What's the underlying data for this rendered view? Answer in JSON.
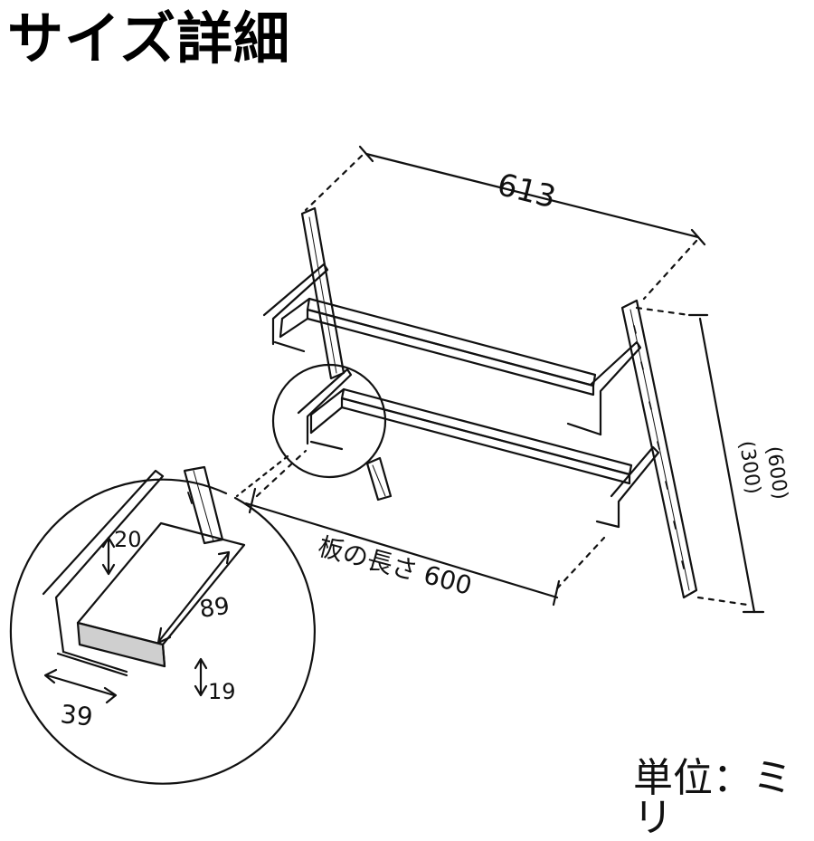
{
  "title": "サイズ詳細",
  "unit_label": "単位：ミリ",
  "dimensions": {
    "total_width": "613",
    "board_length": "板の長さ 600",
    "height_300": "(300)",
    "height_600": "(600)",
    "bracket_height": "20",
    "board_depth": "89",
    "board_thickness": "19",
    "bracket_width": "39"
  }
}
